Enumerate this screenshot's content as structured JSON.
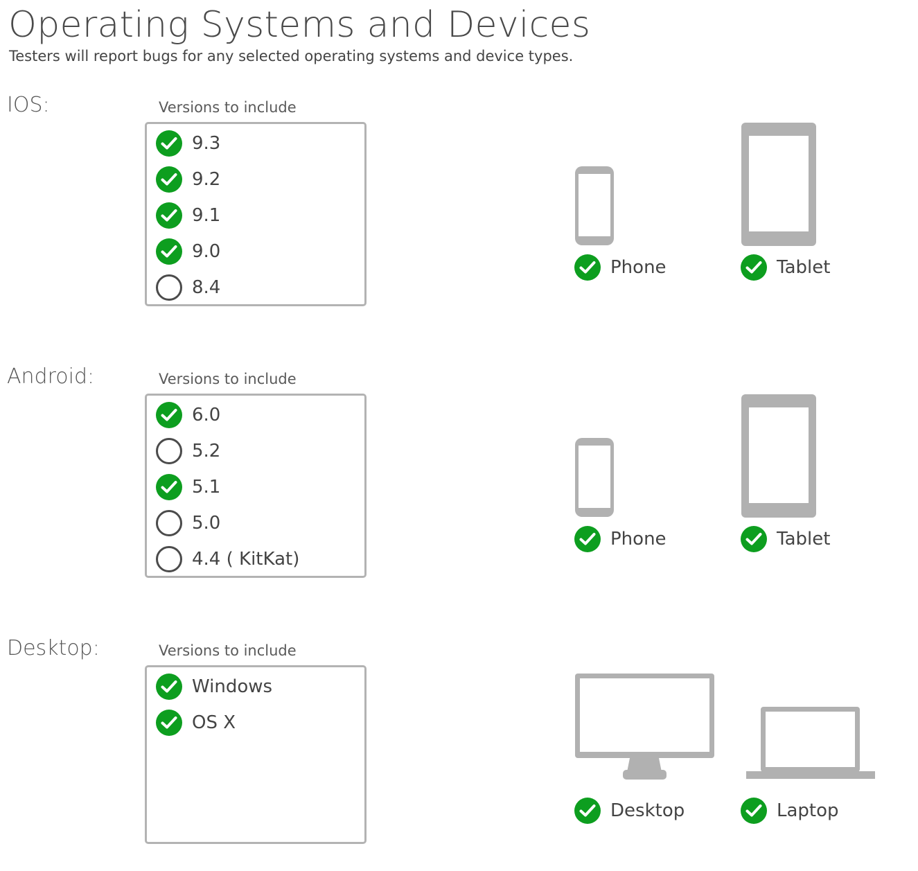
{
  "header": {
    "title": "Operating Systems and Devices",
    "subtitle": "Testers will report bugs for any selected operating systems and device types."
  },
  "colors": {
    "check": "#0d9e1f",
    "device_gray": "#b1b1b1",
    "border": "#b3b3b3"
  },
  "sections": {
    "ios": {
      "label": "IOS:",
      "caption": "Versions to include",
      "versions": [
        {
          "label": "9.3",
          "checked": true
        },
        {
          "label": "9.2",
          "checked": true
        },
        {
          "label": "9.1",
          "checked": true
        },
        {
          "label": "9.0",
          "checked": true
        },
        {
          "label": "8.4",
          "checked": false
        }
      ],
      "devices": [
        {
          "label": "Phone",
          "icon": "phone-icon",
          "checked": true
        },
        {
          "label": "Tablet",
          "icon": "tablet-icon",
          "checked": true
        }
      ]
    },
    "android": {
      "label": "Android:",
      "caption": "Versions to include",
      "versions": [
        {
          "label": "6.0",
          "checked": true
        },
        {
          "label": "5.2",
          "checked": false
        },
        {
          "label": "5.1",
          "checked": true
        },
        {
          "label": "5.0",
          "checked": false
        },
        {
          "label": "4.4 ( KitKat)",
          "checked": false
        }
      ],
      "devices": [
        {
          "label": "Phone",
          "icon": "phone-icon",
          "checked": true
        },
        {
          "label": "Tablet",
          "icon": "tablet-icon",
          "checked": true
        }
      ]
    },
    "desktop": {
      "label": "Desktop:",
      "caption": "Versions to include",
      "versions": [
        {
          "label": "Windows",
          "checked": true
        },
        {
          "label": "OS X",
          "checked": true
        }
      ],
      "devices": [
        {
          "label": "Desktop",
          "icon": "monitor-icon",
          "checked": true
        },
        {
          "label": "Laptop",
          "icon": "laptop-icon",
          "checked": true
        }
      ]
    }
  }
}
